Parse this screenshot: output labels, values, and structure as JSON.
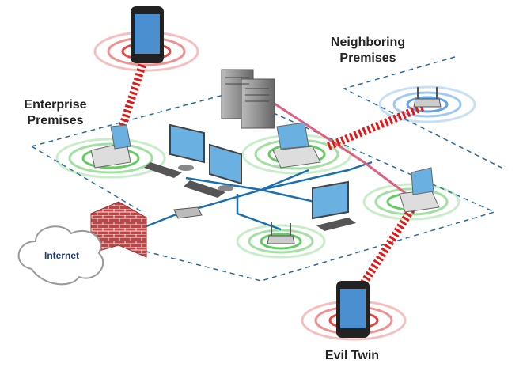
{
  "labels": {
    "neighboring": [
      "Neighboring",
      "Premises"
    ],
    "enterprise": [
      "Enterprise",
      "Premises"
    ],
    "internet": "Internet",
    "evil_twin": "Evil Twin"
  },
  "colors": {
    "attack": "#e01818",
    "wifi_green": "#3cc03c",
    "wifi_blue": "#3a8fe0",
    "network": "#1a6fb0",
    "boundary": "#2a6aa0"
  }
}
